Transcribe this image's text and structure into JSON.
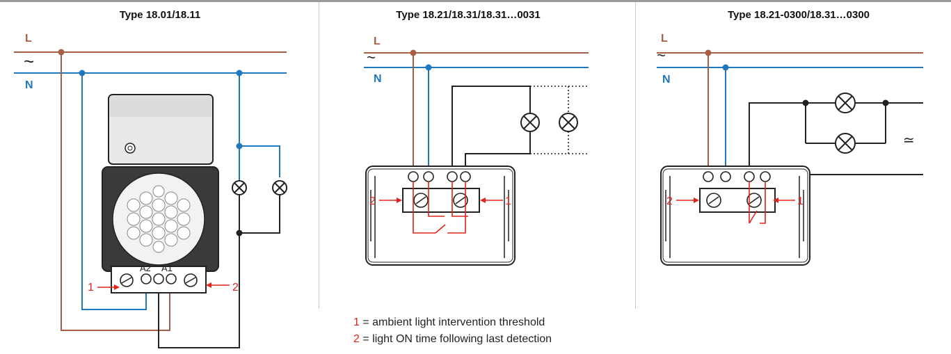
{
  "panels": [
    {
      "title": "Type 18.01/18.11",
      "line_label": "L",
      "ac_symbol": "~",
      "neutral_label": "N",
      "terminal_labels": [
        "A2",
        "A1"
      ],
      "callouts": [
        "1",
        "2"
      ]
    },
    {
      "title": "Type 18.21/18.31/18.31…0031",
      "line_label": "L",
      "ac_symbol": "~",
      "neutral_label": "N",
      "callouts": [
        "2",
        "1"
      ]
    },
    {
      "title": "Type 18.21-0300/18.31…0300",
      "line_label": "L",
      "ac_symbol": "~",
      "neutral_label": "N",
      "callouts": [
        "2",
        "1"
      ],
      "supply_symbol": "≃"
    }
  ],
  "legend": [
    {
      "num": "1",
      "text": " = ambient light intervention threshold"
    },
    {
      "num": "2",
      "text": " = light ON time following last detection"
    }
  ],
  "colors": {
    "line": "#a65f45",
    "neutral": "#1f78bd",
    "callout": "#e2231a",
    "wire": "#222222"
  }
}
